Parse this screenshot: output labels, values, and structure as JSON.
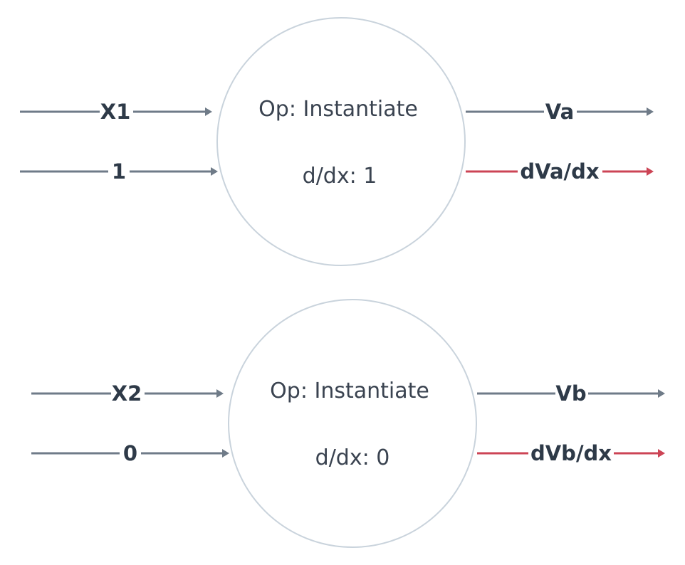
{
  "colors": {
    "primary_edge": "#6f7b88",
    "derivative_edge": "#cc4455",
    "node_stroke": "#c9d3dc",
    "text": "#2e3a48"
  },
  "nodes": [
    {
      "op_text": "Op: Instantiate",
      "deriv_text": "d/dx: 1",
      "inputs": [
        {
          "label": "X1",
          "kind": "value"
        },
        {
          "label": "1",
          "kind": "value"
        }
      ],
      "outputs": [
        {
          "label": "Va",
          "kind": "value"
        },
        {
          "label": "dVa/dx",
          "kind": "derivative"
        }
      ]
    },
    {
      "op_text": "Op: Instantiate",
      "deriv_text": "d/dx: 0",
      "inputs": [
        {
          "label": "X2",
          "kind": "value"
        },
        {
          "label": "0",
          "kind": "value"
        }
      ],
      "outputs": [
        {
          "label": "Vb",
          "kind": "value"
        },
        {
          "label": "dVb/dx",
          "kind": "derivative"
        }
      ]
    }
  ]
}
